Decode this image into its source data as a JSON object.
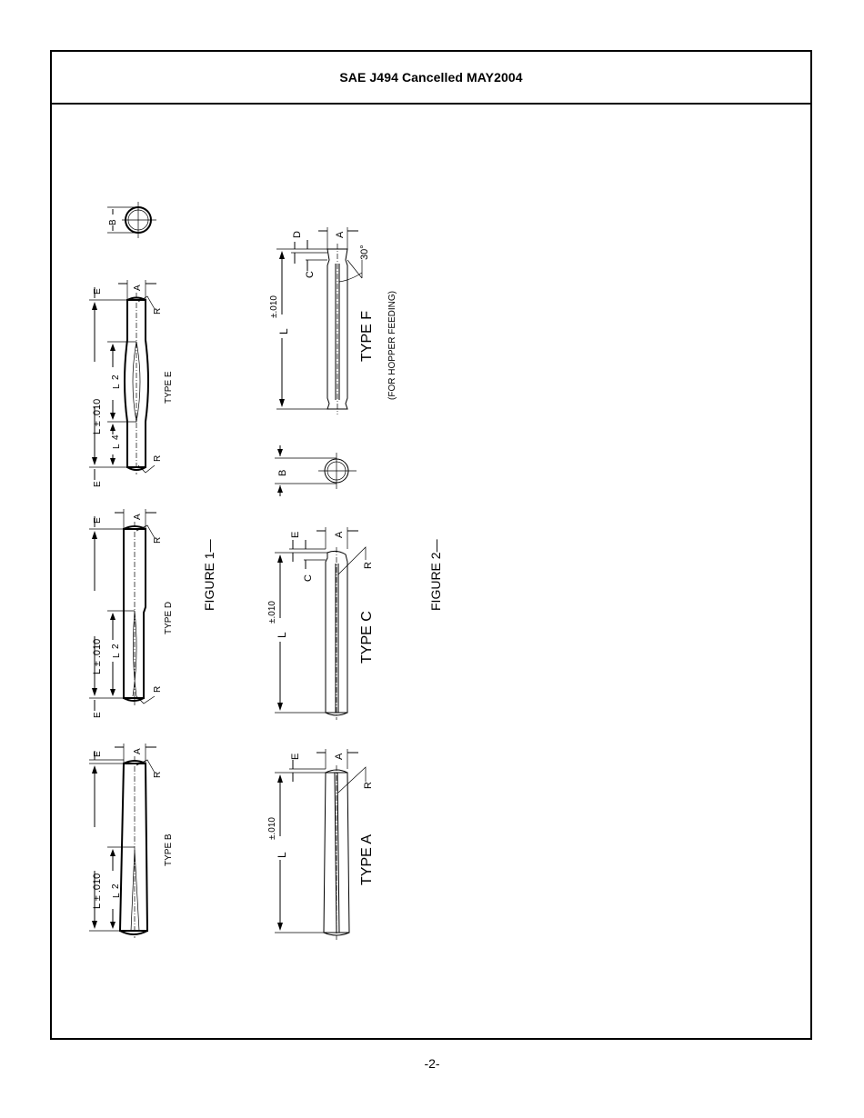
{
  "header": {
    "title": "SAE J494 Cancelled MAY2004"
  },
  "footer": {
    "page_number": "-2-"
  },
  "figure1": {
    "caption": "FIGURE 1—",
    "pins": [
      {
        "type_label": "TYPE B",
        "length_label": "L ± .010",
        "half_label_num": "L",
        "half_label_den": "2",
        "e_label": "E",
        "a_label": "A",
        "r_label": "R"
      },
      {
        "type_label": "TYPE D",
        "length_label": "L ± .010",
        "half_label_num": "L",
        "half_label_den": "2",
        "e_label": "E",
        "e2_label": "E",
        "a_label": "A",
        "r_label": "R",
        "r2_label": "R"
      },
      {
        "type_label": "TYPE E",
        "length_label": "L ± .010",
        "half_label_num": "L",
        "half_label_den": "2",
        "quarter_label_num": "L",
        "quarter_label_den": "4",
        "e_label": "E",
        "e2_label": "E",
        "a_label": "A",
        "r_label": "R",
        "r2_label": "R",
        "b_label": "B"
      }
    ]
  },
  "figure2": {
    "caption": "FIGURE 2—",
    "pins": [
      {
        "type_label": "TYPE A",
        "length_label": "L",
        "tolerance_label": "±.010",
        "e_label": "E",
        "a_label": "A",
        "r_label": "R"
      },
      {
        "type_label": "TYPE C",
        "length_label": "L",
        "tolerance_label": "±.010",
        "e_label": "E",
        "c_label": "C",
        "a_label": "A",
        "r_label": "R",
        "b_label": "B"
      },
      {
        "type_label": "TYPE F",
        "sub_label": "(FOR HOPPER FEEDING)",
        "length_label": "L",
        "tolerance_label": "±.010",
        "d_label": "D",
        "c_label": "C",
        "a_label": "A",
        "angle_label": "30°"
      }
    ]
  }
}
